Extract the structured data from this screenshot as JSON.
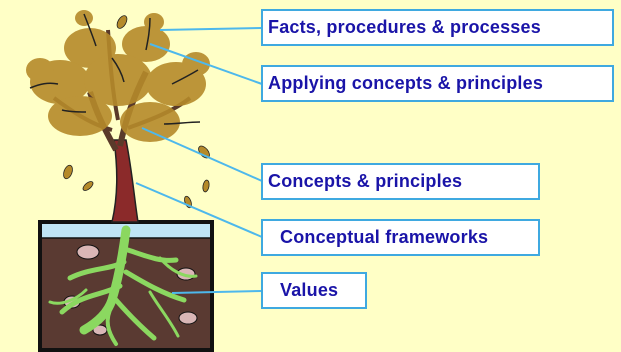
{
  "labels": [
    "Facts, procedures & processes",
    "Applying concepts & principles",
    "Concepts & principles",
    "Conceptual frameworks",
    "Values"
  ],
  "colors": {
    "background": "#FFFFC6",
    "box_border": "#3FA9E0",
    "box_text": "#1A14A8",
    "connector": "#4DB8EC",
    "foliage": "#B58A2A",
    "trunk": "#8B2A2A",
    "soil": "#5A3A32",
    "roots": "#8BD860",
    "water": "#BFE4F5"
  },
  "icons": [
    "tree-illustration",
    "roots-illustration"
  ]
}
